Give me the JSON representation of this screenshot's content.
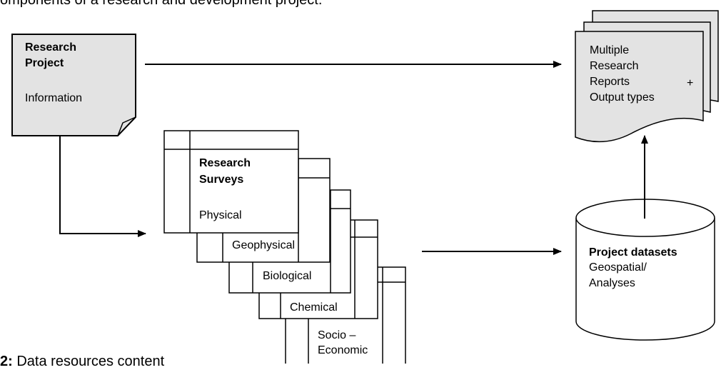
{
  "intro_text": "omponents of a research and development project.",
  "research_project": {
    "title_line1": "Research",
    "title_line2": "Project",
    "subtitle": "Information"
  },
  "outputs": {
    "line1": "Multiple",
    "line2": "Research",
    "line3": "Reports",
    "plus": "+",
    "line4": "Output types"
  },
  "surveys": {
    "title_line1": "Research",
    "title_line2": "Surveys",
    "cards": [
      "Physical",
      "Geophysical",
      "Biological",
      "Chemical",
      "Socio –",
      "Economic"
    ]
  },
  "datasets": {
    "title": "Project datasets",
    "line1": "Geospatial/",
    "line2": "Analyses"
  },
  "caption": {
    "number": "2:",
    "text": " Data resources content"
  }
}
